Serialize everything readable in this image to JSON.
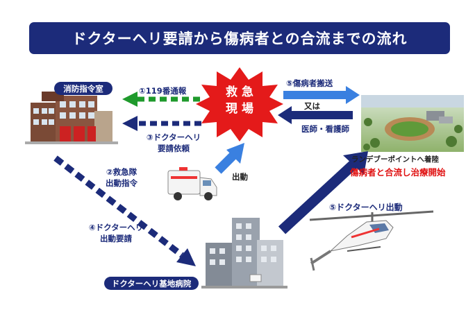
{
  "title": "ドクターヘリ要請から傷病者との合流までの流れ",
  "nodes": {
    "fire_station": "消防指令室",
    "scene_line1": "救 急",
    "scene_line2": "現 場",
    "hospital": "ドクターヘリ基地病院",
    "landing_line1": "ランデブーポイントへ着陸",
    "landing_line2": "傷病者と合流し治療開始"
  },
  "steps": {
    "s1": "①119番通報",
    "s2_line1": "②救急隊",
    "s2_line2": "出動指令",
    "s3_line1": "③ドクターヘリ",
    "s3_line2": "要請依頼",
    "s4_line1": "④ドクターヘリ",
    "s4_line2": "出動要請",
    "s5_heli": "⑤ドクターヘリ出動",
    "s5_transport": "⑤傷病者搬送",
    "or": "又は",
    "medics": "医師・看護師",
    "dispatch": "出動"
  },
  "colors": {
    "navy": "#1c2b7a",
    "green": "#1f9a2c",
    "blue_arrow": "#3a80e0",
    "red_burst": "#e41a1a",
    "red_text": "#e01010"
  }
}
